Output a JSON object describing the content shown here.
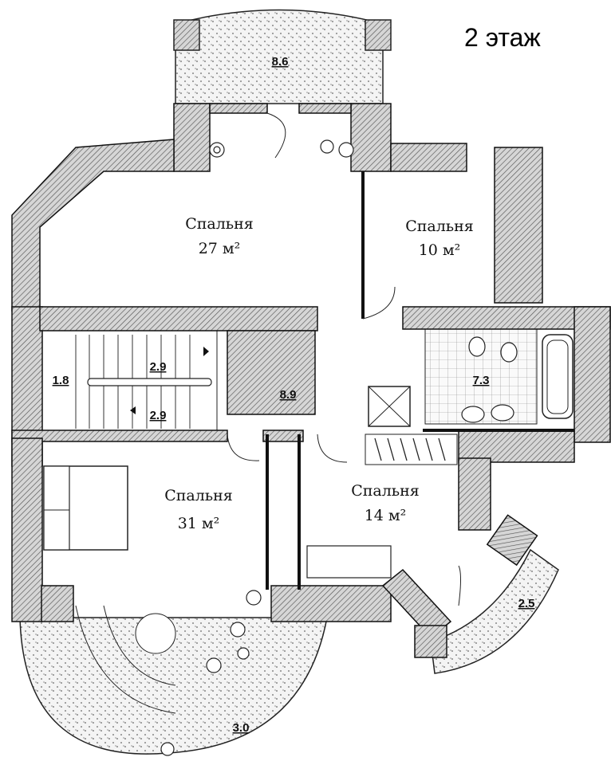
{
  "title": "2 этаж",
  "rooms": [
    {
      "name": "Спальня",
      "area": "27 м²"
    },
    {
      "name": "Спальня",
      "area": "10 м²"
    },
    {
      "name": "Спальня",
      "area": "31 м²"
    },
    {
      "name": "Спальня",
      "area": "14 м²"
    }
  ],
  "area_labels": {
    "balcony_top": "8.6",
    "stairs_upper": "2.9",
    "stairs_lower": "2.9",
    "stair_landing": "1.8",
    "hall": "8.9",
    "bathroom": "7.3",
    "balcony_right": "2.5",
    "balcony_bottom": "3.0"
  }
}
